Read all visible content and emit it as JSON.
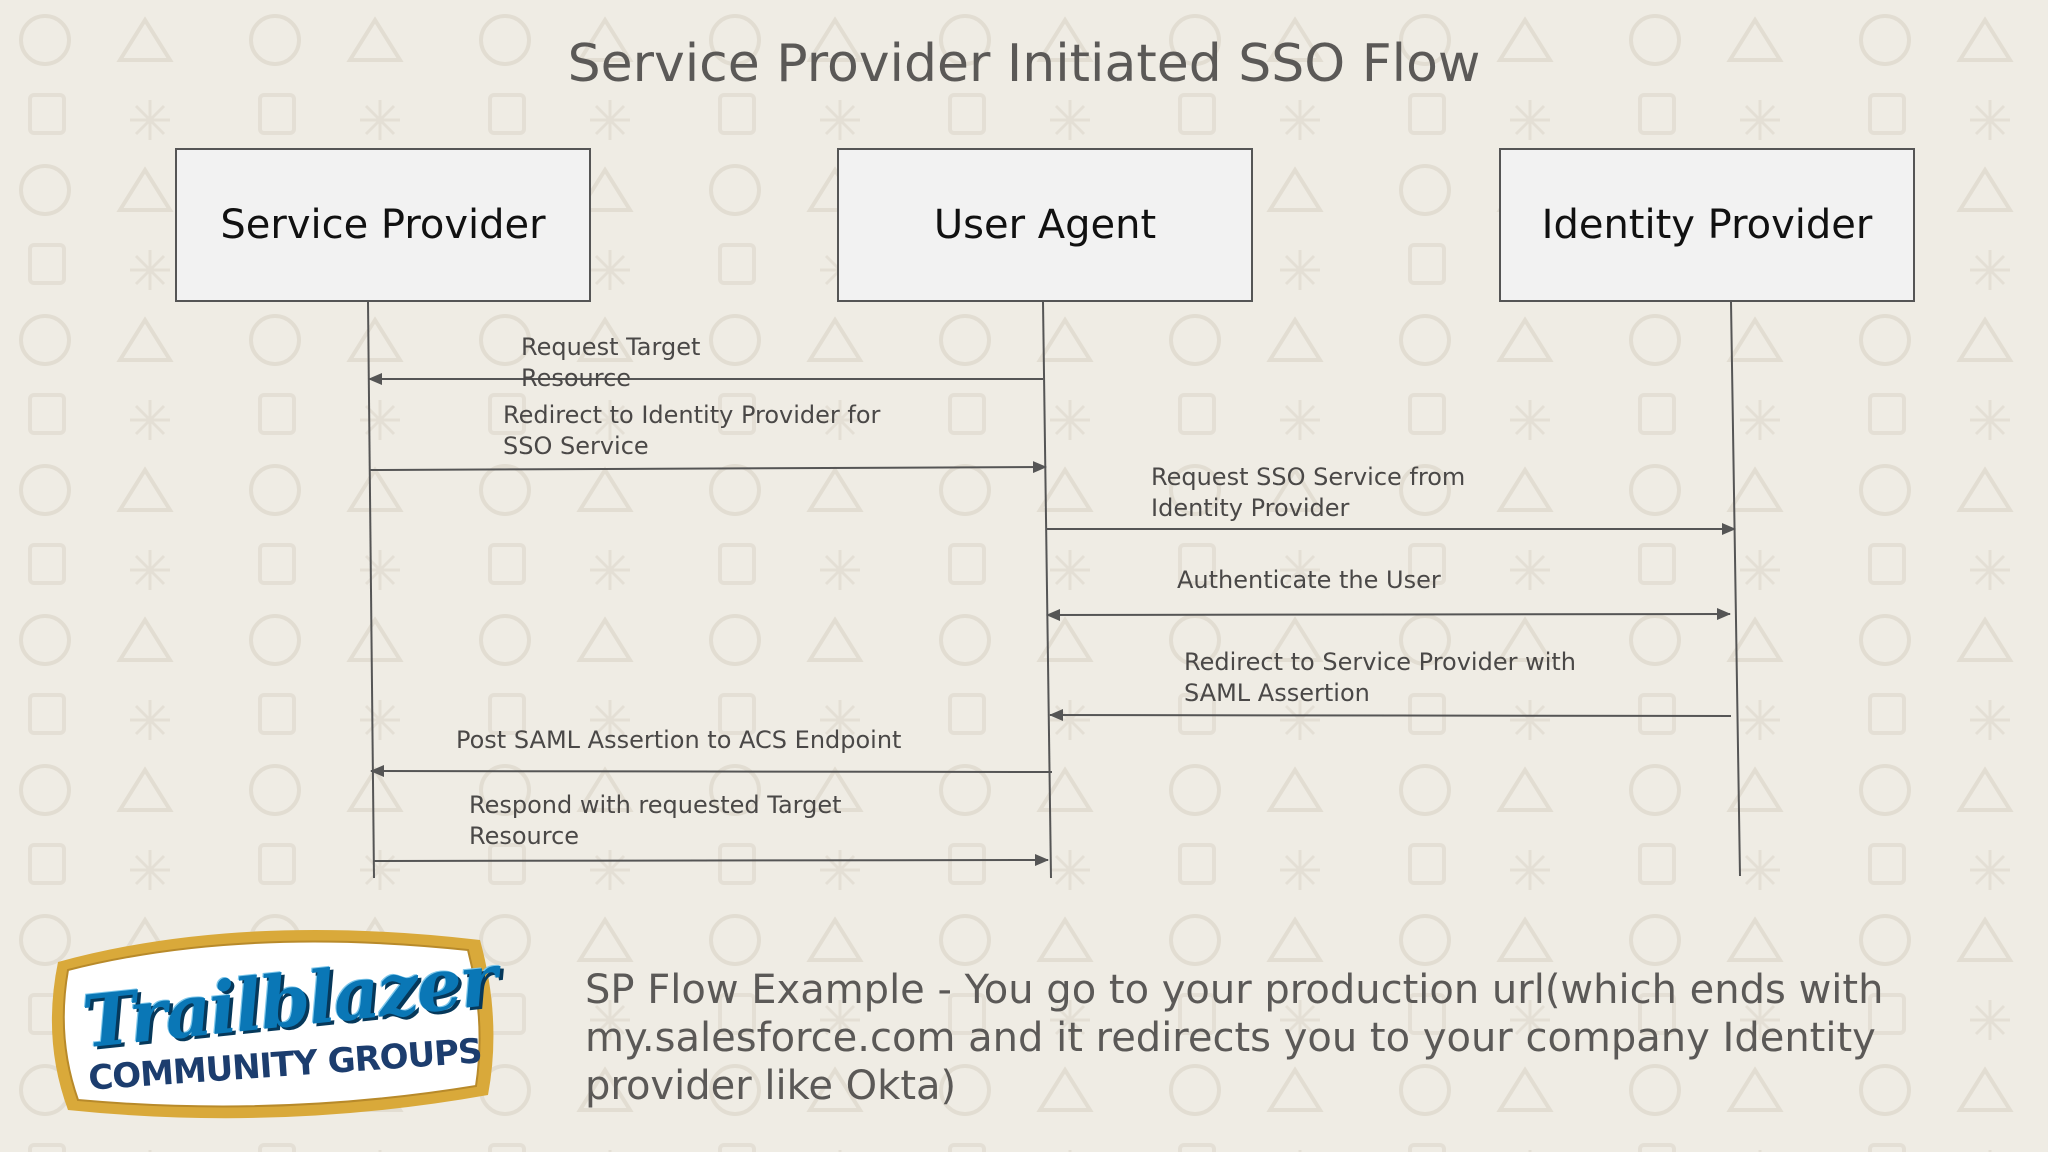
{
  "title": "Service Provider Initiated SSO Flow",
  "actors": [
    {
      "label": "Service Provider"
    },
    {
      "label": "User Agent"
    },
    {
      "label": "Identity Provider"
    }
  ],
  "messages": [
    {
      "label": "Request Target\nResource",
      "from": "User Agent",
      "to": "Service Provider"
    },
    {
      "label": "Redirect to Identity Provider for\nSSO Service",
      "from": "Service Provider",
      "to": "User Agent"
    },
    {
      "label": "Request SSO Service from\nIdentity Provider",
      "from": "User Agent",
      "to": "Identity Provider"
    },
    {
      "label": "Authenticate the User",
      "from": "User Agent",
      "to": "Identity Provider",
      "bidirectional": true
    },
    {
      "label": "Redirect to Service Provider with\nSAML Assertion",
      "from": "Identity Provider",
      "to": "User Agent"
    },
    {
      "label": "Post SAML Assertion to ACS Endpoint",
      "from": "User Agent",
      "to": "Service Provider"
    },
    {
      "label": "Respond with requested Target\nResource",
      "from": "Service Provider",
      "to": "User Agent"
    }
  ],
  "logo": {
    "line1": "Trailblazer",
    "line2": "COMMUNITY GROUPS"
  },
  "note": "SP Flow Example - You go to your production url(which ends with my.salesforce.com and it redirects you to your company Identity provider like Okta)",
  "colors": {
    "background": "#efece4",
    "line": "#555555",
    "text": "#4a4847",
    "logo_blue": "#0a77b6",
    "logo_border": "#d9a93a"
  }
}
